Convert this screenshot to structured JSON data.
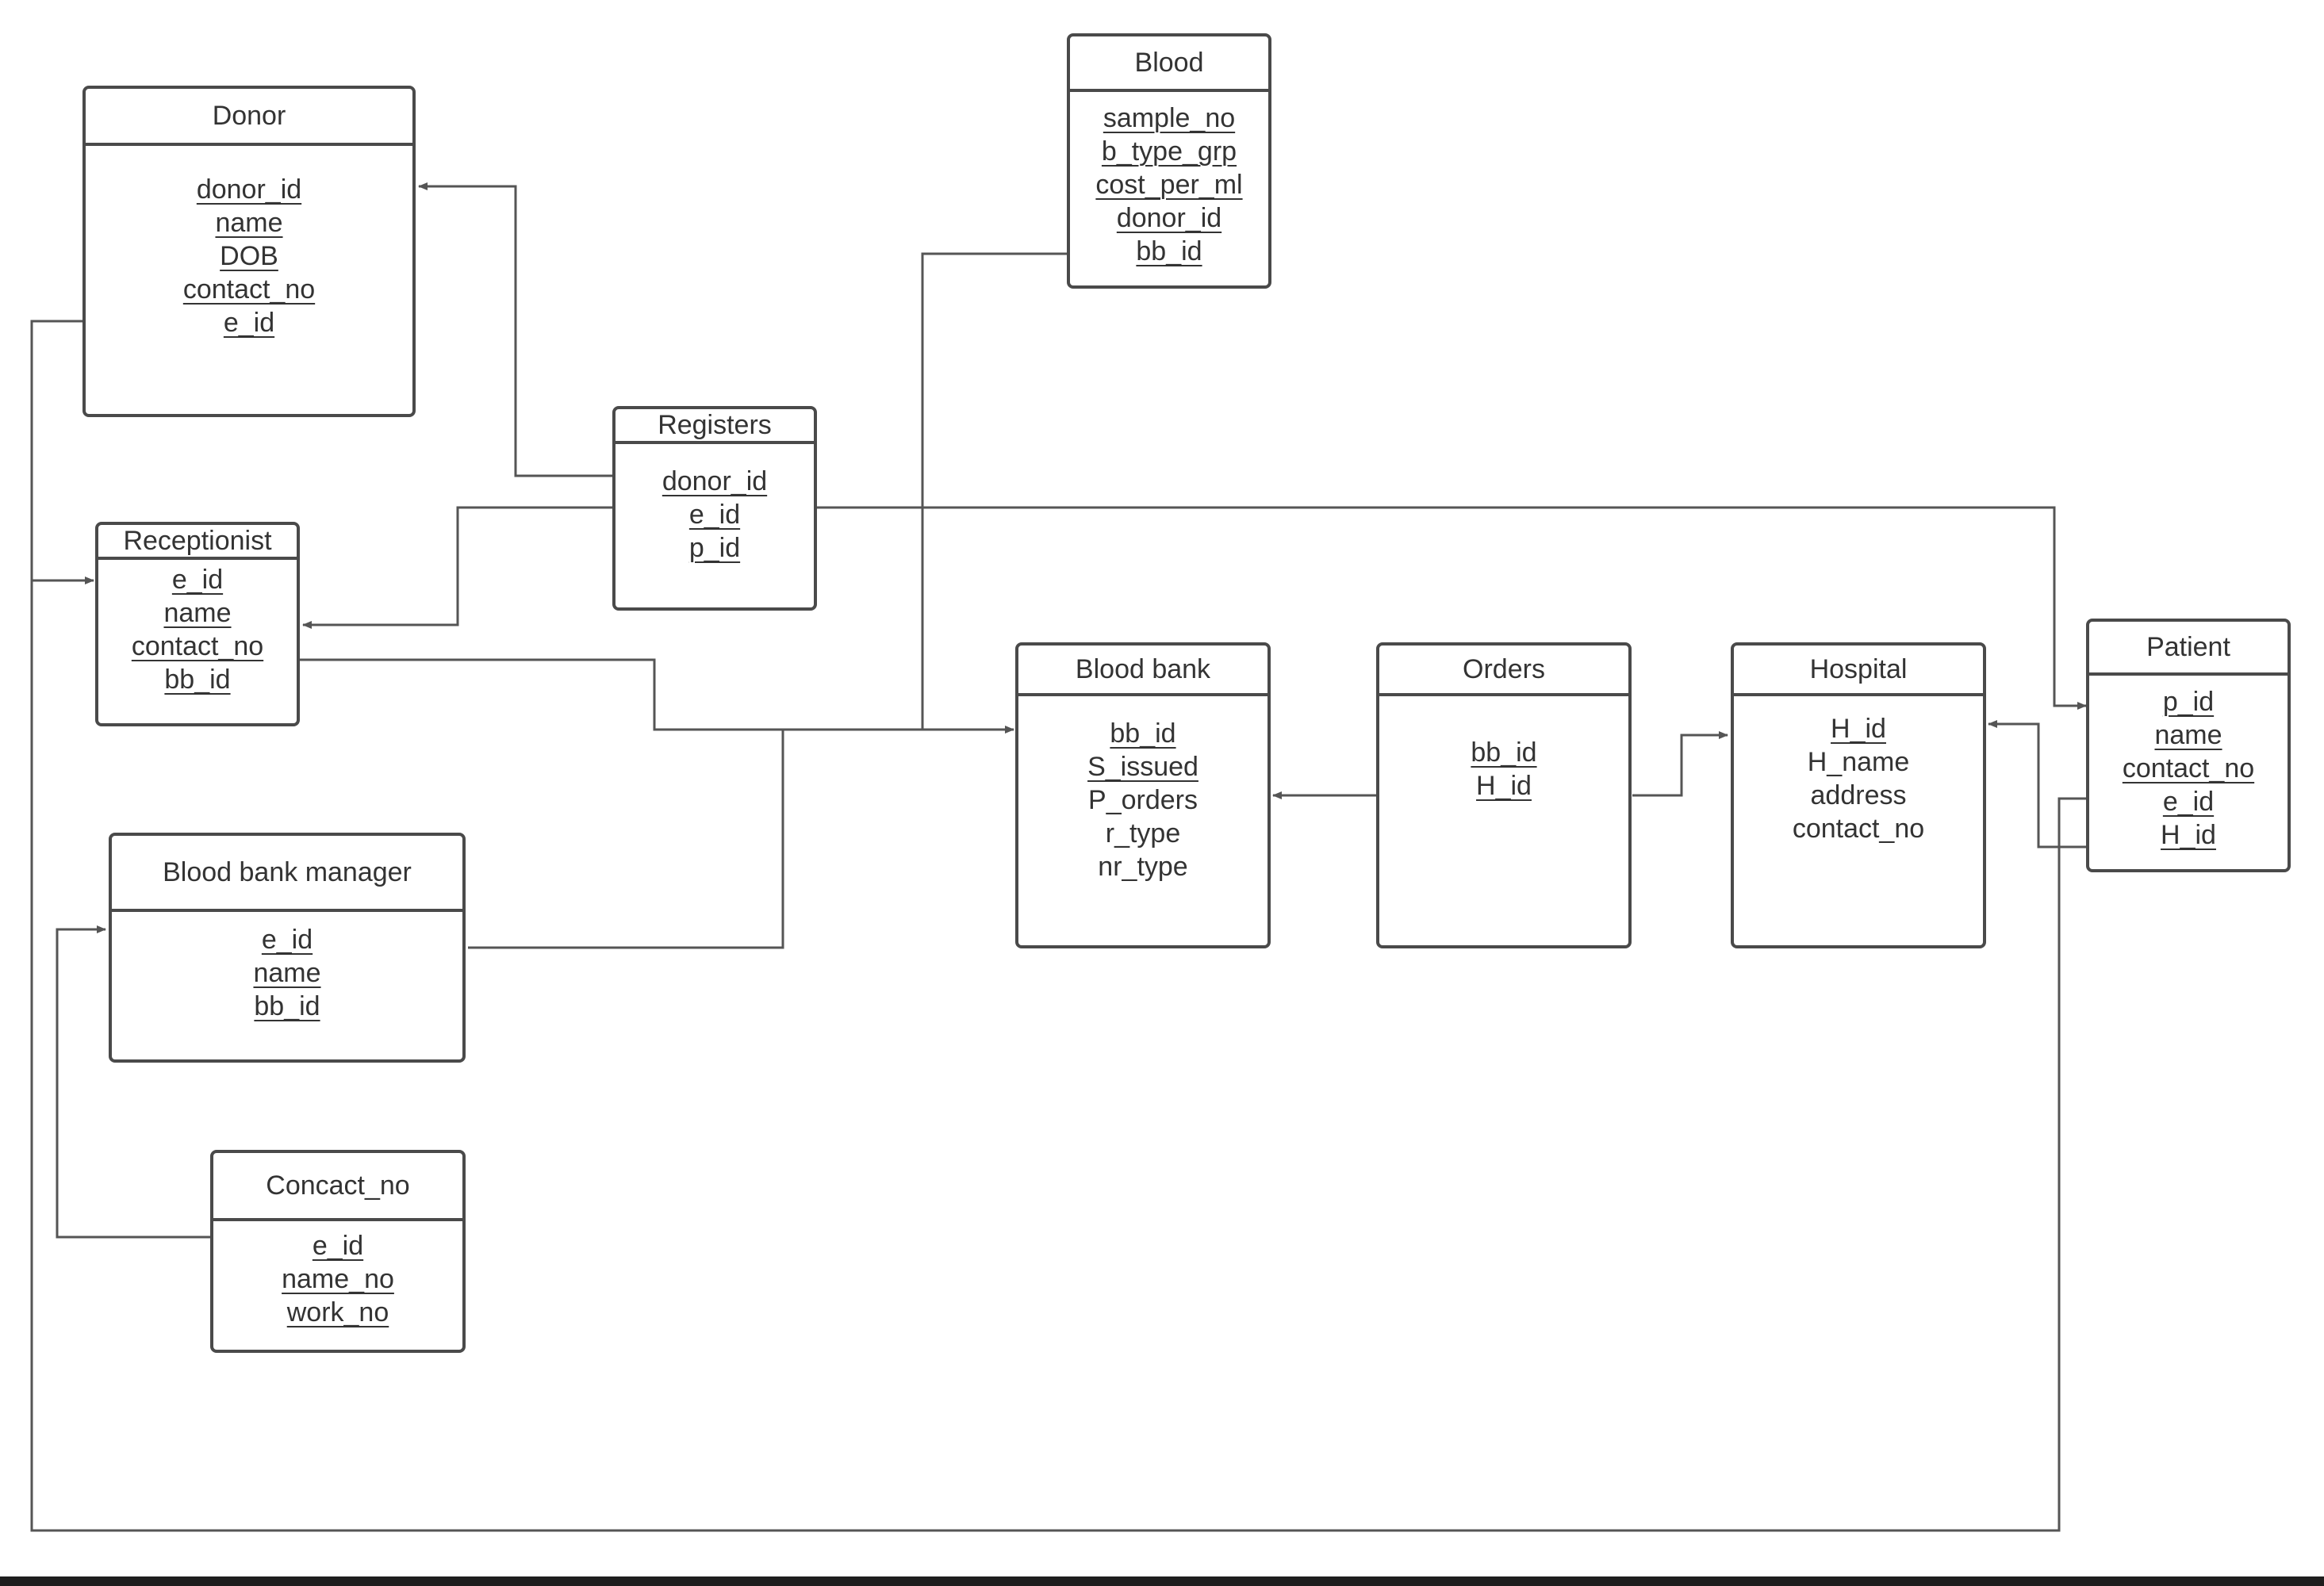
{
  "entities": {
    "donor": {
      "title": "Donor",
      "attributes": [
        "donor_id",
        "name",
        "DOB",
        "contact_no",
        "e_id"
      ]
    },
    "blood": {
      "title": "Blood",
      "attributes": [
        "sample_no",
        "b_type_grp",
        "cost_per_ml",
        "donor_id",
        "bb_id"
      ]
    },
    "registers": {
      "title": "Registers",
      "attributes": [
        "donor_id",
        "e_id",
        "p_id"
      ]
    },
    "receptionist": {
      "title": "Receptionist",
      "attributes": [
        "e_id",
        "name",
        "contact_no",
        "bb_id"
      ]
    },
    "blood_bank": {
      "title": "Blood bank",
      "attributes": [
        "bb_id",
        "S_issued",
        "P_orders",
        "r_type",
        "nr_type"
      ]
    },
    "orders": {
      "title": "Orders",
      "attributes": [
        "bb_id",
        "H_id"
      ]
    },
    "hospital": {
      "title": "Hospital",
      "attributes": [
        "H_id",
        "H_name",
        "address",
        "contact_no"
      ]
    },
    "patient": {
      "title": "Patient",
      "attributes": [
        "p_id",
        "name",
        "contact_no",
        "e_id",
        "H_id"
      ]
    },
    "manager": {
      "title": "Blood bank manager",
      "attributes": [
        "e_id",
        "name",
        "bb_id"
      ]
    },
    "concact": {
      "title": "Concact_no",
      "attributes": [
        "e_id",
        "name_no",
        "work_no"
      ]
    }
  },
  "colors": {
    "line": "#555555",
    "border": "#4a4a4a"
  }
}
